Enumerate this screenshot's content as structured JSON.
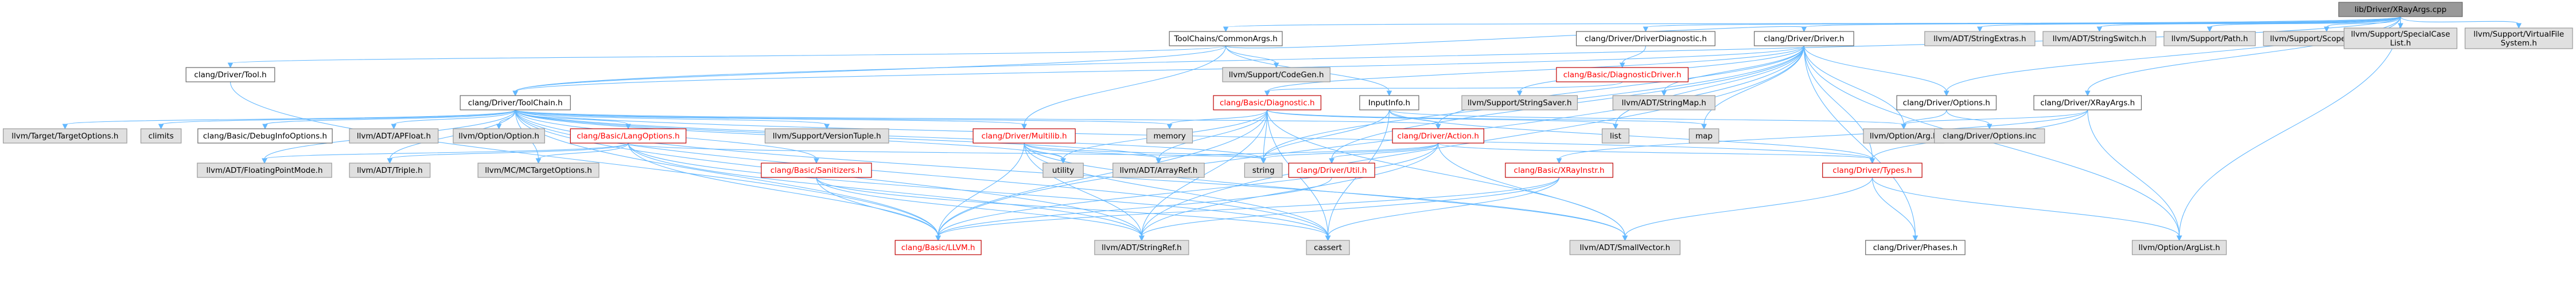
{
  "graph": {
    "colors": {
      "edge": "#63b8ff",
      "root_fill": "#999999",
      "root_border": "#666666",
      "doc_fill": "#ffffff",
      "doc_border": "#666666",
      "doc_linked_border": "#bf0000",
      "external_fill": "#e0e0e0",
      "external_border": "#999999",
      "linked_text": "#ff0000"
    },
    "nodes": [
      {
        "id": "root",
        "label": "lib/Driver/XRayArgs.cpp",
        "kind": "root"
      },
      {
        "id": "toolchains_commonargs",
        "label": "ToolChains/CommonArgs.h",
        "kind": "doc"
      },
      {
        "id": "clang_driver_driverdiagnostic",
        "label": "clang/Driver/DriverDiagnostic.h",
        "kind": "doc"
      },
      {
        "id": "clang_driver_driver",
        "label": "clang/Driver/Driver.h",
        "kind": "doc"
      },
      {
        "id": "llvm_adt_stringextras",
        "label": "llvm/ADT/StringExtras.h",
        "kind": "external"
      },
      {
        "id": "llvm_adt_stringswitch",
        "label": "llvm/ADT/StringSwitch.h",
        "kind": "external"
      },
      {
        "id": "llvm_support_path",
        "label": "llvm/Support/Path.h",
        "kind": "external"
      },
      {
        "id": "llvm_support_scopedprinter",
        "label": "llvm/Support/ScopedPrinter.h",
        "kind": "external"
      },
      {
        "id": "llvm_support_specialcaselist",
        "label": "llvm/Support/SpecialCase\nList.h",
        "kind": "external"
      },
      {
        "id": "llvm_support_virtualfilesystem",
        "label": "llvm/Support/VirtualFile\nSystem.h",
        "kind": "external"
      },
      {
        "id": "clang_driver_tool",
        "label": "clang/Driver/Tool.h",
        "kind": "doc"
      },
      {
        "id": "llvm_support_codegen",
        "label": "llvm/Support/CodeGen.h",
        "kind": "external"
      },
      {
        "id": "clang_basic_diagnosticdriver",
        "label": "clang/Basic/DiagnosticDriver.h",
        "kind": "linked"
      },
      {
        "id": "clang_driver_toolchain",
        "label": "clang/Driver/ToolChain.h",
        "kind": "doc"
      },
      {
        "id": "clang_basic_diagnostic",
        "label": "clang/Basic/Diagnostic.h",
        "kind": "linked"
      },
      {
        "id": "llvm_support_stringsaver",
        "label": "llvm/Support/StringSaver.h",
        "kind": "external"
      },
      {
        "id": "inputinfo",
        "label": "InputInfo.h",
        "kind": "doc"
      },
      {
        "id": "llvm_adt_stringmap",
        "label": "llvm/ADT/StringMap.h",
        "kind": "external"
      },
      {
        "id": "clang_driver_options",
        "label": "clang/Driver/Options.h",
        "kind": "doc"
      },
      {
        "id": "clang_driver_xrayargs",
        "label": "clang/Driver/XRayArgs.h",
        "kind": "doc"
      },
      {
        "id": "llvm_target_targetoptions",
        "label": "llvm/Target/TargetOptions.h",
        "kind": "external"
      },
      {
        "id": "climits",
        "label": "climits",
        "kind": "external"
      },
      {
        "id": "clang_basic_debuginfooptions",
        "label": "clang/Basic/DebugInfoOptions.h",
        "kind": "doc"
      },
      {
        "id": "llvm_adt_apfloat",
        "label": "llvm/ADT/APFloat.h",
        "kind": "external"
      },
      {
        "id": "llvm_option_option",
        "label": "llvm/Option/Option.h",
        "kind": "external"
      },
      {
        "id": "clang_basic_langoptions",
        "label": "clang/Basic/LangOptions.h",
        "kind": "linked"
      },
      {
        "id": "llvm_support_versiontuple",
        "label": "llvm/Support/VersionTuple.h",
        "kind": "external"
      },
      {
        "id": "clang_driver_multilib",
        "label": "clang/Driver/Multilib.h",
        "kind": "linked"
      },
      {
        "id": "memory",
        "label": "memory",
        "kind": "external"
      },
      {
        "id": "clang_driver_action",
        "label": "clang/Driver/Action.h",
        "kind": "linked"
      },
      {
        "id": "list",
        "label": "list",
        "kind": "external"
      },
      {
        "id": "map",
        "label": "map",
        "kind": "external"
      },
      {
        "id": "llvm_option_arg",
        "label": "llvm/Option/Arg.h",
        "kind": "external"
      },
      {
        "id": "clang_driver_options_inc",
        "label": "clang/Driver/Options.inc",
        "kind": "external"
      },
      {
        "id": "llvm_adt_floatingpointmode",
        "label": "llvm/ADT/FloatingPointMode.h",
        "kind": "external"
      },
      {
        "id": "llvm_adt_triple",
        "label": "llvm/ADT/Triple.h",
        "kind": "external"
      },
      {
        "id": "llvm_mc_mctargetoptions",
        "label": "llvm/MC/MCTargetOptions.h",
        "kind": "external"
      },
      {
        "id": "clang_basic_sanitizers",
        "label": "clang/Basic/Sanitizers.h",
        "kind": "linked"
      },
      {
        "id": "utility",
        "label": "utility",
        "kind": "external"
      },
      {
        "id": "llvm_adt_arrayref",
        "label": "llvm/ADT/ArrayRef.h",
        "kind": "external"
      },
      {
        "id": "string",
        "label": "string",
        "kind": "external"
      },
      {
        "id": "clang_driver_util",
        "label": "clang/Driver/Util.h",
        "kind": "linked"
      },
      {
        "id": "clang_basic_xrayinstr",
        "label": "clang/Basic/XRayInstr.h",
        "kind": "linked"
      },
      {
        "id": "clang_driver_types",
        "label": "clang/Driver/Types.h",
        "kind": "linked"
      },
      {
        "id": "clang_basic_llvm",
        "label": "clang/Basic/LLVM.h",
        "kind": "linked"
      },
      {
        "id": "llvm_adt_stringref",
        "label": "llvm/ADT/StringRef.h",
        "kind": "external"
      },
      {
        "id": "cassert",
        "label": "cassert",
        "kind": "external"
      },
      {
        "id": "llvm_adt_smallvector",
        "label": "llvm/ADT/SmallVector.h",
        "kind": "external"
      },
      {
        "id": "clang_driver_phases",
        "label": "clang/Driver/Phases.h",
        "kind": "doc"
      },
      {
        "id": "llvm_option_arglist",
        "label": "llvm/Option/ArgList.h",
        "kind": "external"
      }
    ],
    "edges": [
      [
        "root",
        "toolchains_commonargs"
      ],
      [
        "root",
        "clang_driver_driverdiagnostic"
      ],
      [
        "root",
        "clang_driver_driver"
      ],
      [
        "root",
        "llvm_adt_stringextras"
      ],
      [
        "root",
        "llvm_adt_stringswitch"
      ],
      [
        "root",
        "llvm_support_path"
      ],
      [
        "root",
        "llvm_support_scopedprinter"
      ],
      [
        "root",
        "llvm_support_specialcaselist"
      ],
      [
        "root",
        "llvm_support_virtualfilesystem"
      ],
      [
        "root",
        "clang_driver_toolchain"
      ],
      [
        "root",
        "clang_driver_options"
      ],
      [
        "root",
        "clang_driver_xrayargs"
      ],
      [
        "root",
        "llvm_option_arglist"
      ],
      [
        "toolchains_commonargs",
        "clang_driver_tool"
      ],
      [
        "toolchains_commonargs",
        "llvm_support_codegen"
      ],
      [
        "toolchains_commonargs",
        "clang_driver_toolchain"
      ],
      [
        "toolchains_commonargs",
        "clang_driver_multilib"
      ],
      [
        "toolchains_commonargs",
        "inputinfo"
      ],
      [
        "toolchains_commonargs",
        "clang_driver_driver"
      ],
      [
        "clang_driver_driverdiagnostic",
        "clang_basic_diagnosticdriver"
      ],
      [
        "clang_basic_diagnosticdriver",
        "clang_basic_diagnostic"
      ],
      [
        "clang_driver_driver",
        "clang_basic_diagnostic"
      ],
      [
        "clang_driver_driver",
        "clang_driver_action"
      ],
      [
        "clang_driver_driver",
        "clang_driver_options"
      ],
      [
        "clang_driver_driver",
        "clang_driver_phases"
      ],
      [
        "clang_driver_driver",
        "clang_driver_toolchain"
      ],
      [
        "clang_driver_driver",
        "clang_driver_types"
      ],
      [
        "clang_driver_driver",
        "clang_driver_util"
      ],
      [
        "clang_driver_driver",
        "llvm_adt_stringmap"
      ],
      [
        "clang_driver_driver",
        "llvm_adt_stringref"
      ],
      [
        "clang_driver_driver",
        "llvm_option_arg"
      ],
      [
        "clang_driver_driver",
        "llvm_option_arglist"
      ],
      [
        "clang_driver_driver",
        "llvm_support_stringsaver"
      ],
      [
        "clang_driver_driver",
        "list"
      ],
      [
        "clang_driver_driver",
        "map"
      ],
      [
        "clang_driver_driver",
        "string"
      ],
      [
        "clang_driver_driver",
        "clang_basic_llvm"
      ],
      [
        "clang_driver_tool",
        "clang_basic_llvm"
      ],
      [
        "clang_driver_toolchain",
        "llvm_target_targetoptions"
      ],
      [
        "clang_driver_toolchain",
        "climits"
      ],
      [
        "clang_driver_toolchain",
        "clang_basic_debuginfooptions"
      ],
      [
        "clang_driver_toolchain",
        "llvm_adt_apfloat"
      ],
      [
        "clang_driver_toolchain",
        "llvm_option_option"
      ],
      [
        "clang_driver_toolchain",
        "clang_basic_langoptions"
      ],
      [
        "clang_driver_toolchain",
        "llvm_support_versiontuple"
      ],
      [
        "clang_driver_toolchain",
        "clang_driver_multilib"
      ],
      [
        "clang_driver_toolchain",
        "memory"
      ],
      [
        "clang_driver_toolchain",
        "clang_driver_action"
      ],
      [
        "clang_driver_toolchain",
        "clang_basic_sanitizers"
      ],
      [
        "clang_driver_toolchain",
        "clang_driver_types"
      ],
      [
        "clang_driver_toolchain",
        "llvm_adt_floatingpointmode"
      ],
      [
        "clang_driver_toolchain",
        "llvm_adt_triple"
      ],
      [
        "clang_driver_toolchain",
        "llvm_mc_mctargetoptions"
      ],
      [
        "clang_driver_toolchain",
        "llvm_adt_arrayref"
      ],
      [
        "clang_driver_toolchain",
        "string"
      ],
      [
        "clang_driver_toolchain",
        "utility"
      ],
      [
        "clang_driver_toolchain",
        "cassert"
      ],
      [
        "clang_driver_toolchain",
        "clang_basic_llvm"
      ],
      [
        "clang_driver_toolchain",
        "llvm_adt_stringref"
      ],
      [
        "clang_driver_toolchain",
        "llvm_adt_smallvector"
      ],
      [
        "clang_basic_diagnostic",
        "memory"
      ],
      [
        "clang_basic_diagnostic",
        "map"
      ],
      [
        "clang_basic_diagnostic",
        "list"
      ],
      [
        "clang_basic_diagnostic",
        "llvm_adt_arrayref"
      ],
      [
        "clang_basic_diagnostic",
        "string"
      ],
      [
        "clang_basic_diagnostic",
        "utility"
      ],
      [
        "clang_basic_diagnostic",
        "cassert"
      ],
      [
        "clang_basic_diagnostic",
        "clang_basic_llvm"
      ],
      [
        "clang_basic_diagnostic",
        "llvm_adt_stringref"
      ],
      [
        "clang_basic_diagnostic",
        "llvm_adt_smallvector"
      ],
      [
        "inputinfo",
        "clang_driver_action"
      ],
      [
        "inputinfo",
        "clang_driver_types"
      ],
      [
        "inputinfo",
        "llvm_option_arg"
      ],
      [
        "inputinfo",
        "cassert"
      ],
      [
        "inputinfo",
        "string"
      ],
      [
        "clang_driver_options",
        "clang_driver_options_inc"
      ],
      [
        "clang_driver_options",
        "llvm_option_arg"
      ],
      [
        "clang_driver_xrayargs",
        "clang_basic_xrayinstr"
      ],
      [
        "clang_driver_xrayargs",
        "clang_driver_types"
      ],
      [
        "clang_driver_xrayargs",
        "llvm_option_arg"
      ],
      [
        "clang_driver_xrayargs",
        "llvm_option_arglist"
      ],
      [
        "clang_basic_langoptions",
        "llvm_adt_floatingpointmode"
      ],
      [
        "clang_basic_langoptions",
        "llvm_adt_triple"
      ],
      [
        "clang_basic_langoptions",
        "llvm_mc_mctargetoptions"
      ],
      [
        "clang_basic_langoptions",
        "string"
      ],
      [
        "clang_basic_langoptions",
        "llvm_adt_stringref"
      ],
      [
        "clang_basic_langoptions",
        "clang_basic_llvm"
      ],
      [
        "clang_basic_langoptions",
        "cassert"
      ],
      [
        "clang_driver_multilib",
        "clang_basic_llvm"
      ],
      [
        "clang_driver_multilib",
        "llvm_adt_arrayref"
      ],
      [
        "clang_driver_multilib",
        "llvm_adt_stringref"
      ],
      [
        "clang_driver_multilib",
        "llvm_adt_smallvector"
      ],
      [
        "clang_driver_multilib",
        "cassert"
      ],
      [
        "clang_driver_multilib",
        "utility"
      ],
      [
        "clang_driver_multilib",
        "string"
      ],
      [
        "clang_driver_action",
        "clang_basic_llvm"
      ],
      [
        "clang_driver_action",
        "clang_driver_types"
      ],
      [
        "clang_driver_action",
        "clang_driver_util"
      ],
      [
        "clang_driver_action",
        "llvm_adt_arrayref"
      ],
      [
        "clang_driver_action",
        "llvm_adt_stringref"
      ],
      [
        "clang_driver_action",
        "llvm_adt_smallvector"
      ],
      [
        "clang_driver_action",
        "string"
      ],
      [
        "clang_basic_sanitizers",
        "clang_basic_llvm"
      ],
      [
        "clang_basic_sanitizers",
        "llvm_adt_stringref"
      ],
      [
        "clang_basic_sanitizers",
        "cassert"
      ],
      [
        "clang_driver_util",
        "clang_basic_llvm"
      ],
      [
        "clang_basic_xrayinstr",
        "clang_basic_llvm"
      ],
      [
        "clang_basic_xrayinstr",
        "llvm_adt_stringref"
      ],
      [
        "clang_basic_xrayinstr",
        "cassert"
      ],
      [
        "clang_driver_types",
        "clang_driver_phases"
      ],
      [
        "clang_driver_types",
        "llvm_adt_smallvector"
      ],
      [
        "clang_driver_types",
        "llvm_option_arglist"
      ]
    ]
  }
}
